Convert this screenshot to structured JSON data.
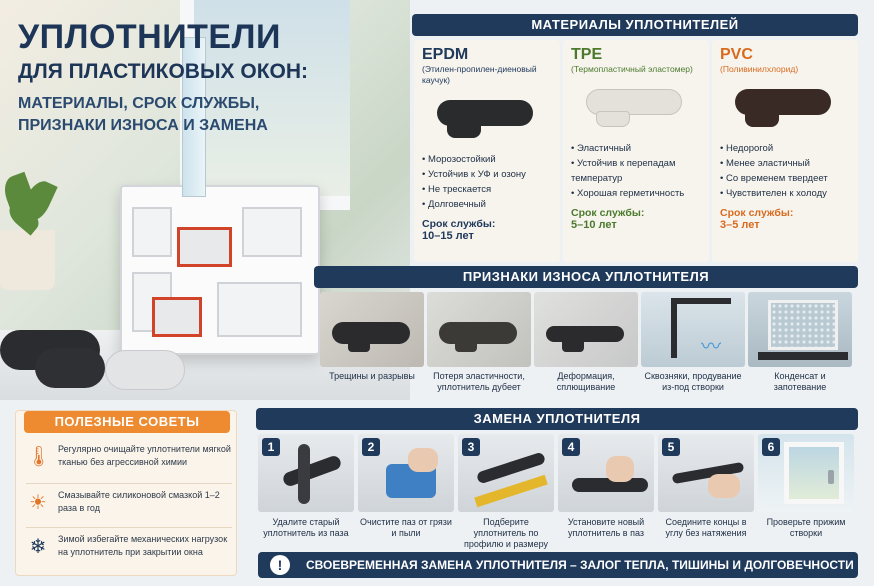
{
  "title": {
    "line1": "УПЛОТНИТЕЛИ",
    "line2": "ДЛЯ ПЛАСТИКОВЫХ ОКОН:",
    "line3": "МАТЕРИАЛЫ, СРОК СЛУЖБЫ, ПРИЗНАКИ ИЗНОСА И ЗАМЕНА"
  },
  "materials": {
    "header": "МАТЕРИАЛЫ УПЛОТНИТЕЛЕЙ",
    "items": [
      {
        "name": "EPDM",
        "full": "(Этилен-пропилен-диеновый каучук)",
        "props": [
          "Морозостойкий",
          "Устойчив к УФ и озону",
          "Не трескается",
          "Долговечный"
        ],
        "life_label": "Срок службы:",
        "life": "10–15 лет",
        "color": "#203a5c",
        "seal_color": "#2a2b2d"
      },
      {
        "name": "TPE",
        "full": "(Термопластичный эластомер)",
        "props": [
          "Эластичный",
          "Устойчив к перепадам температур",
          "Хорошая герметичность"
        ],
        "life_label": "Срок службы:",
        "life": "5–10 лет",
        "color": "#4b7a2d",
        "seal_color": "#e4e1da"
      },
      {
        "name": "PVC",
        "full": "(Поливинилхлорид)",
        "props": [
          "Недорогой",
          "Менее эластичный",
          "Со временем твердеет",
          "Чувствителен к холоду"
        ],
        "life_label": "Срок службы:",
        "life": "3–5 лет",
        "color": "#d86a1e",
        "seal_color": "#3a2a25"
      }
    ]
  },
  "wear": {
    "header": "ПРИЗНАКИ ИЗНОСА УПЛОТНИТЕЛЯ",
    "items": [
      {
        "caption": "Трещины и разрывы"
      },
      {
        "caption": "Потеря эластичности, уплотнитель дубеет"
      },
      {
        "caption": "Деформация, сплющивание"
      },
      {
        "caption": "Сквозняки, продувание из-под створки"
      },
      {
        "caption": "Конденсат и запотевание"
      }
    ]
  },
  "tips": {
    "header": "ПОЛЕЗНЫЕ СОВЕТЫ",
    "items": [
      {
        "icon": "thermometer-icon",
        "glyph": "🌡",
        "text": "Регулярно очищайте уплотнители мягкой тканью без агрессивной химии"
      },
      {
        "icon": "sun-icon",
        "glyph": "☀",
        "text": "Смазывайте силиконовой смазкой 1–2 раза в год"
      },
      {
        "icon": "snowflake-icon",
        "glyph": "❄",
        "text": "Зимой избегайте механических нагрузок на уплотнитель при закрытии окна"
      }
    ]
  },
  "replace": {
    "header": "ЗАМЕНА УПЛОТНИТЕЛЯ",
    "steps": [
      {
        "num": "1",
        "caption": "Удалите старый уплотнитель из паза"
      },
      {
        "num": "2",
        "caption": "Очистите паз от грязи и пыли"
      },
      {
        "num": "3",
        "caption": "Подберите уплотнитель по профилю и размеру"
      },
      {
        "num": "4",
        "caption": "Установите новый уплотнитель в паз"
      },
      {
        "num": "5",
        "caption": "Соедините концы в углу без натяжения"
      },
      {
        "num": "6",
        "caption": "Проверьте прижим створки"
      }
    ]
  },
  "footer": {
    "warn_glyph": "!",
    "text": "СВОЕВРЕМЕННАЯ ЗАМЕНА УПЛОТНИТЕЛЯ – ЗАЛОГ ТЕПЛА, ТИШИНЫ И ДОЛГОВЕЧНОСТИ ОКОН!"
  }
}
